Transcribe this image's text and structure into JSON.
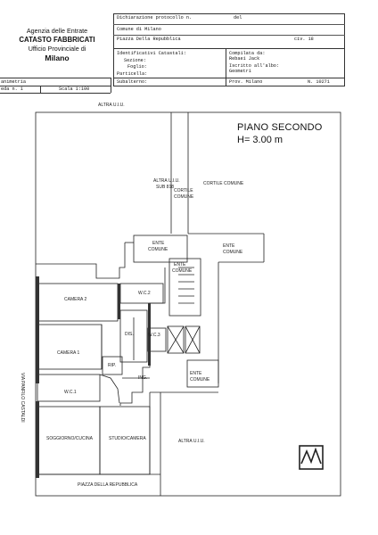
{
  "agency": {
    "line1": "Agenzia delle Entrate",
    "line2": "CATASTO FABBRICATI",
    "line3": "Ufficio Provinciale di",
    "line4": "Milano"
  },
  "header": {
    "dichiarazione": "Dichiarazione protocollo n.",
    "del": "del",
    "comune": "Comune di Milano",
    "via": "Piazza Della Repubblica",
    "civ": "civ. 18",
    "identificativi": "Identificativi Catastali:",
    "sezione": "Sezione:",
    "foglio": "Foglio:",
    "particella": "Particella:",
    "subalterno": "Subalterno:",
    "compilata": "Compilata da:",
    "compilatore": "Rebaei Jack",
    "iscritto": "Iscritto all'albo:",
    "albo": "Geometri",
    "prov": "Prov. Milano",
    "numero": "N. 10271"
  },
  "left_meta": {
    "planimetria": "animetria",
    "scheda": "eda n. 1",
    "scala": "Scala 1:100"
  },
  "plan": {
    "piano": "PIANO SECONDO",
    "altezza": "H= 3.00 m",
    "labels": {
      "altra_top": "ALTRA U.I.U.",
      "altra_sub": "ALTRA U.I.U.",
      "sub": "SUB 818",
      "cortile_comune_1": "CORTILE",
      "cortile_comune_2": "COMUNE",
      "cortile_comune_main": "CORTILE COMUNE",
      "ente1a": "ENTE",
      "ente1b": "COMUNE",
      "ente2a": "ENTE",
      "ente2b": "COMUNE",
      "ente3a": "ENTE",
      "ente3b": "COMUNE",
      "ente4a": "ENTE",
      "ente4b": "COMUNE",
      "camera2": "CAMERA 2",
      "wc2": "W.C.2",
      "dis": "DIS.",
      "wc3": "W.C.3",
      "camera1": "CAMERA 1",
      "rip": "RIP.",
      "ing": "ING.",
      "wc1": "W.C.1",
      "soggiorno": "SOGGIORNO/CUCINA",
      "studio": "STUDIO/CAMERA",
      "altra_bottom": "ALTRA U.I.U.",
      "piazza": "PIAZZA DELLA REPUBBLICA",
      "via_panfilo": "VIA PANFILO CASTALDI"
    }
  }
}
